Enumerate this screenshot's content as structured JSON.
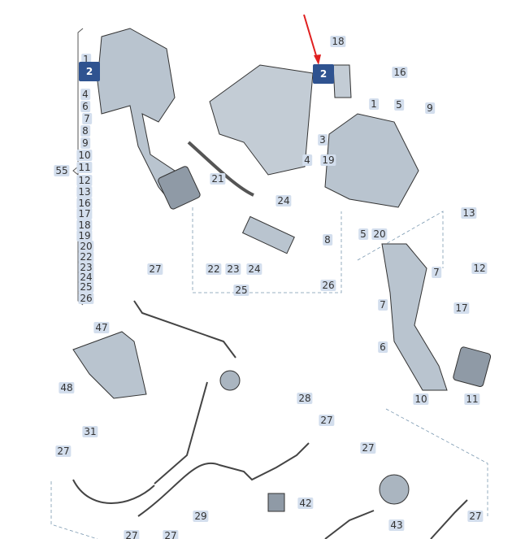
{
  "title": "Pedal assembly parts diagram",
  "colors": {
    "label_bg": "#d3deed",
    "badge_bg": "#2f5390",
    "arrow": "#e02020",
    "part": "#b9c4cf"
  },
  "highlighted_part": "2",
  "labels": {
    "l1": "1",
    "l2": "2",
    "l4": "4",
    "l6": "6",
    "l7": "7",
    "l8": "8",
    "l9": "9",
    "l10": "10",
    "l11": "11",
    "l55": "55",
    "l12": "12",
    "l13": "13",
    "l16": "16",
    "l17": "17",
    "l18": "18",
    "l19": "19",
    "l20": "20",
    "l22": "22",
    "l23": "23",
    "l24": "24",
    "l25": "25",
    "l26": "26",
    "r18": "18",
    "r2": "2",
    "r16": "16",
    "r1": "1",
    "r5": "5",
    "r9": "9",
    "r3": "3",
    "r4": "4",
    "r19": "19",
    "r21": "21",
    "r24": "24",
    "r13": "13",
    "r7a": "7",
    "r12": "12",
    "r8": "8",
    "r5b": "5",
    "r20": "20",
    "r22": "22",
    "r23": "23",
    "r24b": "24",
    "r25": "25",
    "r26": "26",
    "r27a": "27",
    "r7b": "7",
    "r17": "17",
    "r6": "6",
    "r47": "47",
    "r48": "48",
    "r10": "10",
    "r11": "11",
    "r28": "28",
    "r27b": "27",
    "r31": "31",
    "r27c": "27",
    "r27d": "27",
    "r42": "42",
    "r27e": "27",
    "r27f": "27",
    "r29": "29",
    "r43": "43",
    "r27g": "27"
  }
}
